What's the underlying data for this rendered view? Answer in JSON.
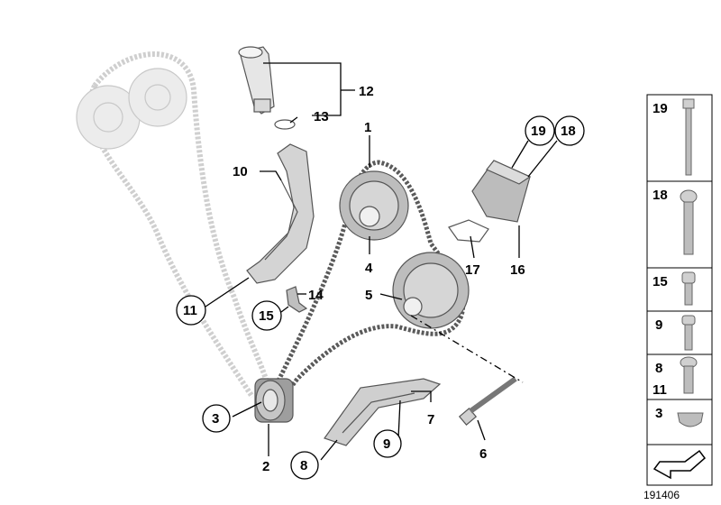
{
  "callouts": {
    "c1": "1",
    "c2": "2",
    "c3": "3",
    "c4": "4",
    "c5": "5",
    "c6": "6",
    "c7": "7",
    "c8": "8",
    "c9": "9",
    "c10": "10",
    "c11": "11",
    "c12": "12",
    "c13": "13",
    "c14": "14",
    "c15": "15",
    "c16": "16",
    "c17": "17",
    "c18": "18",
    "c19": "19"
  },
  "legend": {
    "items": [
      {
        "label": "19"
      },
      {
        "label": "18"
      },
      {
        "label": "15"
      },
      {
        "label": "9"
      },
      {
        "label": "8",
        "label2": "11"
      },
      {
        "label": "3"
      }
    ]
  },
  "reference_number": "191406"
}
